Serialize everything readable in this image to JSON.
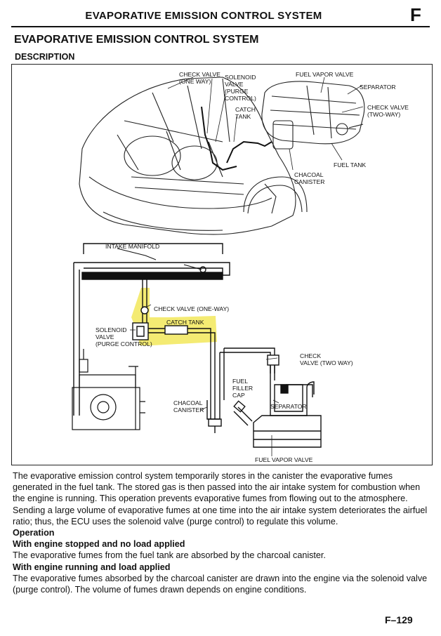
{
  "header": {
    "title": "EVAPORATIVE EMISSION CONTROL SYSTEM",
    "section_letter": "F"
  },
  "section_title": "EVAPORATIVE EMISSION CONTROL SYSTEM",
  "subsection_title": "DESCRIPTION",
  "figure": {
    "top_labels": {
      "check_valve_one_way": "CHECK VALVE\n(ONE WAY)",
      "solenoid_valve": "SOLENOID\nVALVE\n(PURGE\nCONTROL)",
      "catch_tank": "CATCH\nTANK",
      "fuel_vapor_valve": "FUEL VAPOR VALVE",
      "separator": "SEPARATOR",
      "check_valve_two_way": "CHECK VALVE\n(TWO-WAY)",
      "fuel_tank": "FUEL TANK",
      "charcoal_canister": "CHACOAL\nCANISTER"
    },
    "bottom_labels": {
      "intake_manifold": "INTAKE MANIFOLD",
      "check_valve_one_way": "CHECK VALVE (ONE-WAY)",
      "catch_tank": "CATCH TANK",
      "solenoid_valve": "SOLENOID\nVALVE\n(PURGE CONTROL)",
      "check_valve_two_way": "CHECK\nVALVE (TWO WAY)",
      "fuel_filler_cap": "FUEL\nFILLER\nCAP",
      "charcoal_canister": "CHACOAL\nCANISTER",
      "separator": "SEPARATOR",
      "fuel_vapor_valve": "FUEL VAPOR VALVE"
    },
    "highlight_color": "#f2e85a"
  },
  "body": {
    "p1": "The evaporative emission control system temporarily stores in the canister the evaporative fumes generated in the fuel tank. The stored gas is then passed into the air intake system for combustion when the engine is running. This operation prevents evaporative fumes from flowing out to the atmosphere.",
    "p2": "Sending a large volume of evaporative fumes at one time into the air intake system deteriorates the airfuel ratio; thus, the ECU uses the solenoid valve (purge control) to regulate this volume.",
    "operation_heading": "Operation",
    "stopped_heading": "With engine stopped and no load applied",
    "stopped_text": "The evaporative fumes from the fuel tank are absorbed by the charcoal canister.",
    "running_heading": "With engine running and load applied",
    "running_text": "The evaporative fumes absorbed by the charcoal canister are drawn into the engine via the solenoid valve (purge control). The volume of fumes drawn depends on engine conditions."
  },
  "page_number": "F–129"
}
